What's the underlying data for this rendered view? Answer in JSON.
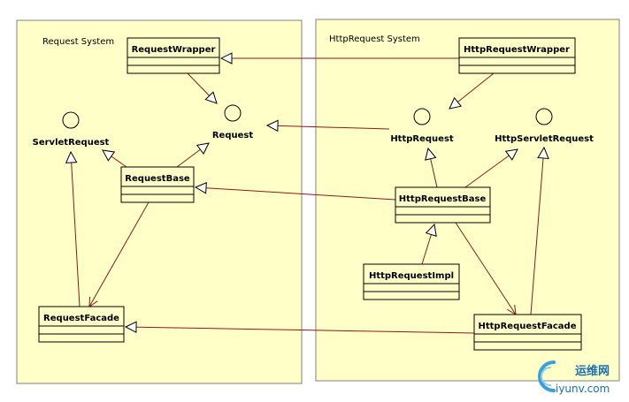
{
  "packages": [
    {
      "id": "request-system",
      "title": "Request System"
    },
    {
      "id": "httprequest-system",
      "title": "HttpRequest System"
    }
  ],
  "classes": [
    {
      "id": "RequestWrapper",
      "name": "RequestWrapper"
    },
    {
      "id": "RequestBase",
      "name": "RequestBase"
    },
    {
      "id": "RequestFacade",
      "name": "RequestFacade"
    },
    {
      "id": "HttpRequestWrapper",
      "name": "HttpRequestWrapper"
    },
    {
      "id": "HttpRequestBase",
      "name": "HttpRequestBase"
    },
    {
      "id": "HttpRequestImpl",
      "name": "HttpRequestImpl"
    },
    {
      "id": "HttpRequestFacade",
      "name": "HttpRequestFacade"
    }
  ],
  "interfaces": [
    {
      "id": "ServletRequest",
      "name": "ServletRequest"
    },
    {
      "id": "Request",
      "name": "Request"
    },
    {
      "id": "HttpRequest",
      "name": "HttpRequest"
    },
    {
      "id": "HttpServletRequest",
      "name": "HttpServletRequest"
    }
  ],
  "relations": [
    {
      "from": "RequestWrapper",
      "to": "Request",
      "kind": "realization"
    },
    {
      "from": "RequestBase",
      "to": "Request",
      "kind": "realization"
    },
    {
      "from": "RequestBase",
      "to": "ServletRequest",
      "kind": "realization"
    },
    {
      "from": "RequestFacade",
      "to": "ServletRequest",
      "kind": "realization"
    },
    {
      "from": "RequestBase",
      "to": "RequestFacade",
      "kind": "association"
    },
    {
      "from": "HttpRequestWrapper",
      "to": "RequestWrapper",
      "kind": "generalization"
    },
    {
      "from": "HttpRequestWrapper",
      "to": "HttpRequest",
      "kind": "realization"
    },
    {
      "from": "HttpRequest",
      "to": "Request",
      "kind": "generalization"
    },
    {
      "from": "HttpRequestBase",
      "to": "HttpRequest",
      "kind": "realization"
    },
    {
      "from": "HttpRequestBase",
      "to": "HttpServletRequest",
      "kind": "realization"
    },
    {
      "from": "HttpRequestBase",
      "to": "RequestBase",
      "kind": "generalization"
    },
    {
      "from": "HttpRequestImpl",
      "to": "HttpRequestBase",
      "kind": "generalization"
    },
    {
      "from": "HttpRequestBase",
      "to": "HttpRequestFacade",
      "kind": "association"
    },
    {
      "from": "HttpRequestFacade",
      "to": "HttpServletRequest",
      "kind": "realization"
    },
    {
      "from": "HttpRequestFacade",
      "to": "RequestFacade",
      "kind": "generalization"
    }
  ],
  "watermark": {
    "brand": "运维网",
    "site": "iyunv.com",
    "ring_color": "#3aa0d8",
    "text_color": "#1a6fb0"
  },
  "colors": {
    "package_fill": "#ffffc8",
    "package_border": "#808080",
    "line": "#8b1a1a",
    "box_border": "#000000"
  }
}
